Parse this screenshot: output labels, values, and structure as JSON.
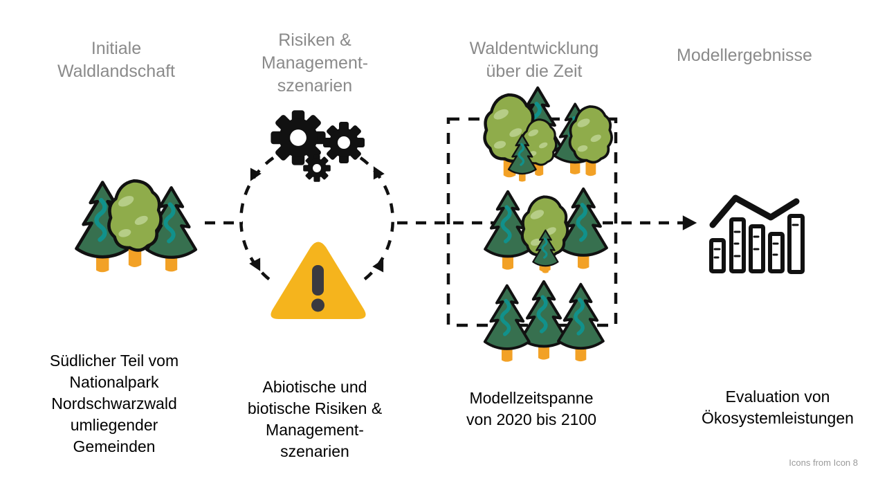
{
  "columns": [
    {
      "header": "Initiale\nWaldlandschaft",
      "caption": "Südlicher Teil vom\nNationalpark\nNordschwarzwald\numliegender\nGemeinden",
      "icon": "forest-three-trees-icon"
    },
    {
      "header": "Risiken &\nManagement-\nszenarien",
      "caption": "Abiotische und\nbiotische Risiken &\nManagement-\nszenarien",
      "icon": "gears-warning-cycle-icon"
    },
    {
      "header": "Waldentwicklung\nüber die Zeit",
      "caption": "Modellzeitspanne\nvon 2020 bis 2100",
      "icon": "forest-development-stages-icon"
    },
    {
      "header": "Modellergebnisse",
      "caption": "Evaluation von\nÖkosystemleistungen",
      "icon": "bar-chart-icon"
    }
  ],
  "credit": "Icons from Icon 8",
  "colors": {
    "header_text": "#8a8a8a",
    "body_text": "#000000",
    "credit_text": "#9a9a9a",
    "line_black": "#111111",
    "conifer_green": "#37704F",
    "deciduous_green": "#8FAC4B",
    "leaf_highlight": "#B6CD87",
    "squiggle_teal": "#11918B",
    "trunk_orange": "#F2A126",
    "warning_yellow": "#F5B41D",
    "warning_exclaim": "#3A3A40"
  }
}
